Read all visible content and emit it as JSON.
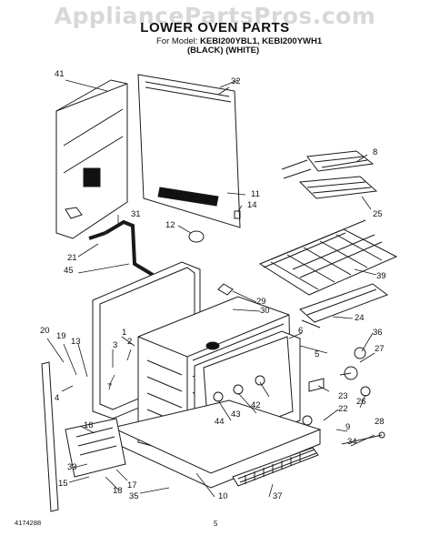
{
  "watermark": "AppliancePartsPros.com",
  "header": {
    "title": "LOWER OVEN PARTS",
    "model_prefix": "For Model:",
    "models": "KEBI200YBL1, KEBI200YWH1",
    "variants": "(BLACK)   (WHITE)"
  },
  "footer": {
    "doc_id": "4174288",
    "page_number": "5"
  },
  "callouts": [
    "41",
    "32",
    "8",
    "11",
    "14",
    "25",
    "12",
    "31",
    "21",
    "45",
    "39",
    "29",
    "30",
    "24",
    "6",
    "36",
    "27",
    "20",
    "19",
    "13",
    "3",
    "2",
    "5",
    "4",
    "1",
    "23",
    "7",
    "42",
    "43",
    "44",
    "22",
    "26",
    "9",
    "34",
    "16",
    "33",
    "17",
    "15",
    "18",
    "35",
    "10",
    "37",
    "28"
  ],
  "colors": {
    "line": "#1a1a1a",
    "watermark": "#d8d8d8"
  }
}
